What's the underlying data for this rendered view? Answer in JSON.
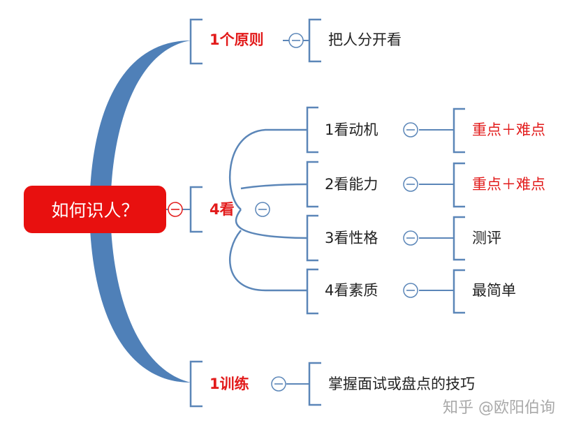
{
  "root": {
    "label": "如何识人？"
  },
  "branches": [
    {
      "label": "1个原则",
      "children": [
        {
          "label": "把人分开看"
        }
      ]
    },
    {
      "label": "4看",
      "children": [
        {
          "label": "1看动机",
          "detail": "重点＋难点"
        },
        {
          "label": "2看能力",
          "detail": "重点＋难点"
        },
        {
          "label": "3看性格",
          "detail": "测评"
        },
        {
          "label": "4看素质",
          "detail": "最简单"
        }
      ]
    },
    {
      "label": "1训练",
      "children": [
        {
          "label": "掌握面试或盘点的技巧"
        }
      ]
    }
  ],
  "watermark": "知乎 @欧阳伯询",
  "colors": {
    "line": "#5b86b8",
    "red": "#e21b1b",
    "root_bg": "#e8100f"
  },
  "icons": [
    "collapse-icon"
  ]
}
